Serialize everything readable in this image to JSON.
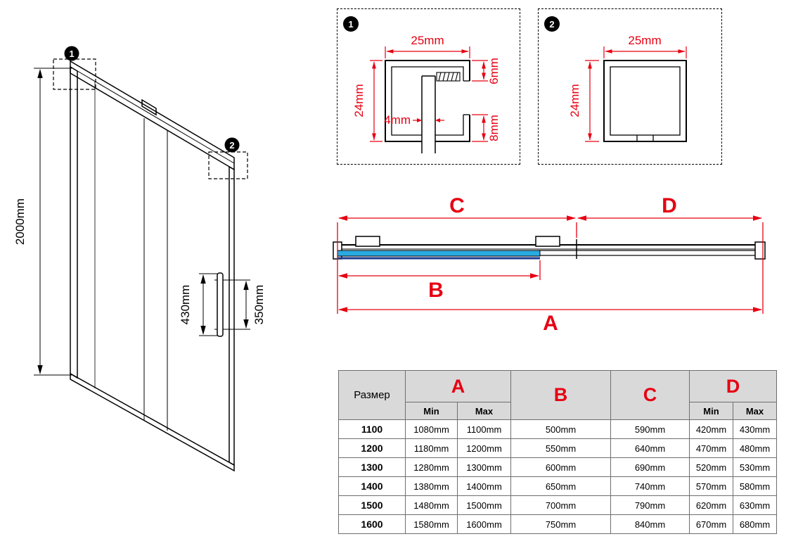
{
  "colors": {
    "dimension_red": "#e60012",
    "glass_blue": "#29abe2",
    "glass_edge_blue": "#1d3c8f",
    "table_header_bg": "#d9d9d9"
  },
  "door_view": {
    "callout_1": "1",
    "callout_2": "2",
    "height": "2000mm",
    "handle_length": "430mm",
    "handle_holes": "350mm"
  },
  "detail_1": {
    "badge": "1",
    "width": "25mm",
    "height": "24mm",
    "slot": "4mm",
    "top_gap": "6mm",
    "bottom_gap": "8mm"
  },
  "detail_2": {
    "badge": "2",
    "width": "25mm",
    "height": "24mm"
  },
  "section": {
    "dim_a": "A",
    "dim_b": "B",
    "dim_c": "C",
    "dim_d": "D"
  },
  "table": {
    "size_header": "Размер",
    "col_a": "A",
    "col_b": "B",
    "col_c": "C",
    "col_d": "D",
    "min": "Min",
    "max": "Max",
    "rows": [
      {
        "size": "1100",
        "a_min": "1080mm",
        "a_max": "1100mm",
        "b": "500mm",
        "c": "590mm",
        "d_min": "420mm",
        "d_max": "430mm"
      },
      {
        "size": "1200",
        "a_min": "1180mm",
        "a_max": "1200mm",
        "b": "550mm",
        "c": "640mm",
        "d_min": "470mm",
        "d_max": "480mm"
      },
      {
        "size": "1300",
        "a_min": "1280mm",
        "a_max": "1300mm",
        "b": "600mm",
        "c": "690mm",
        "d_min": "520mm",
        "d_max": "530mm"
      },
      {
        "size": "1400",
        "a_min": "1380mm",
        "a_max": "1400mm",
        "b": "650mm",
        "c": "740mm",
        "d_min": "570mm",
        "d_max": "580mm"
      },
      {
        "size": "1500",
        "a_min": "1480mm",
        "a_max": "1500mm",
        "b": "700mm",
        "c": "790mm",
        "d_min": "620mm",
        "d_max": "630mm"
      },
      {
        "size": "1600",
        "a_min": "1580mm",
        "a_max": "1600mm",
        "b": "750mm",
        "c": "840mm",
        "d_min": "670mm",
        "d_max": "680mm"
      }
    ]
  }
}
